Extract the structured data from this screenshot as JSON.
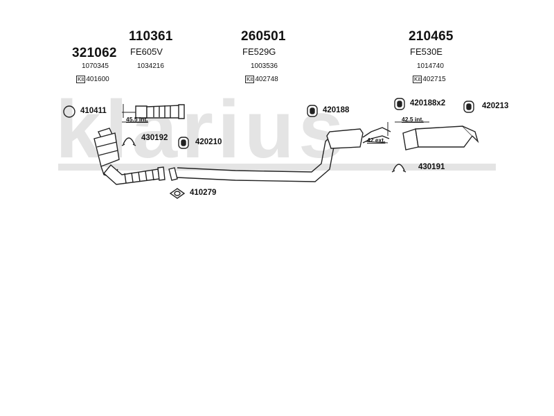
{
  "watermark": {
    "brand": "klarius"
  },
  "assemblies": [
    {
      "number": "321062",
      "code": "",
      "ref": "1070345",
      "kit_label": "Kit",
      "kit_number": "401600"
    },
    {
      "number": "110361",
      "code": "FE605V",
      "ref": "1034216",
      "kit_label": "",
      "kit_number": ""
    },
    {
      "number": "260501",
      "code": "FE529G",
      "ref": "1003536",
      "kit_label": "Kit",
      "kit_number": "402748"
    },
    {
      "number": "210465",
      "code": "FE530E",
      "ref": "1014740",
      "kit_label": "Kit",
      "kit_number": "402715"
    }
  ],
  "accessories": {
    "ring_410411": "410411",
    "clamp_430192": "430192",
    "hanger_420210": "420210",
    "gasket_410279": "410279",
    "hanger_420188": "420188",
    "hanger_420188x2": "420188x2",
    "hanger_420213": "420213",
    "clamp_430191": "430191"
  },
  "dimensions": {
    "front_overlap": "45.5 int.",
    "mid_overlap": "42 ext.",
    "rear_overlap": "42.5 int."
  },
  "colors": {
    "watermark": "#e4e4e4",
    "line": "#222222"
  }
}
